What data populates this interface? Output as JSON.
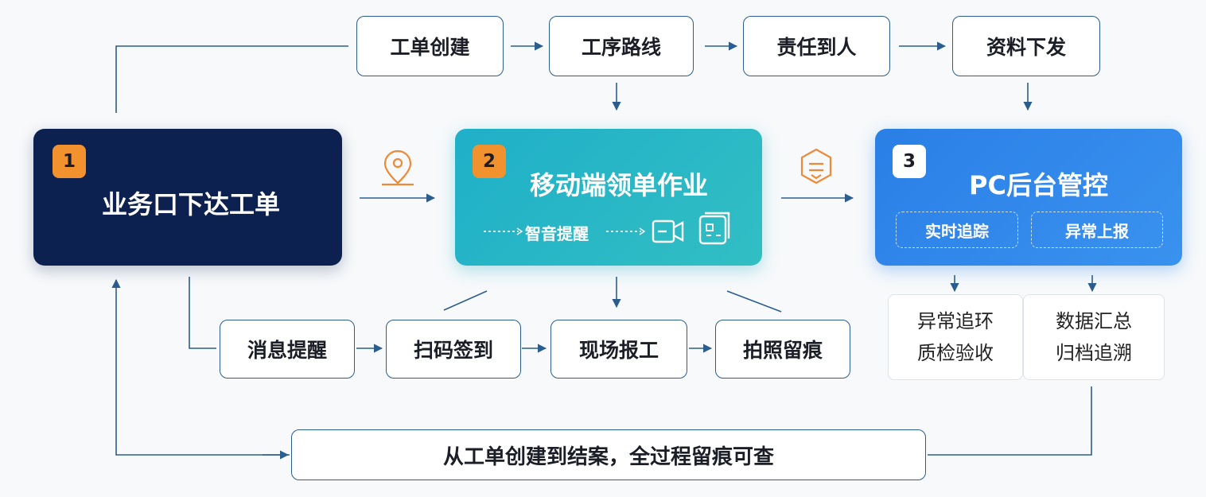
{
  "top_steps": [
    "工单创建",
    "工序路线",
    "责任到人",
    "资料下发"
  ],
  "stage1": {
    "number": "1",
    "title": "业务口下达工单"
  },
  "stage2": {
    "number": "2",
    "title": "移动端领单作业",
    "reminder": "智音提醒"
  },
  "stage3": {
    "number": "3",
    "title": "PC后台管控",
    "tags": [
      "实时追踪",
      "异常上报"
    ]
  },
  "bottom_steps": [
    "消息提醒",
    "扫码签到",
    "现场报工",
    "拍照留痕"
  ],
  "pc_outputs": [
    {
      "lines": [
        "异常追环",
        "质检验收"
      ]
    },
    {
      "lines": [
        "数据汇总",
        "归档追溯"
      ]
    }
  ],
  "footer": "从工单创建到结案，全过程留痕可查",
  "colors": {
    "stage1_bg": "#0c2150",
    "stage2_bg": "#27b5c7",
    "stage3_bg": "#2f86ea",
    "badge_orange": "#f2922e",
    "line": "#2c5d8f",
    "icon_orange": "#ee8a37"
  }
}
